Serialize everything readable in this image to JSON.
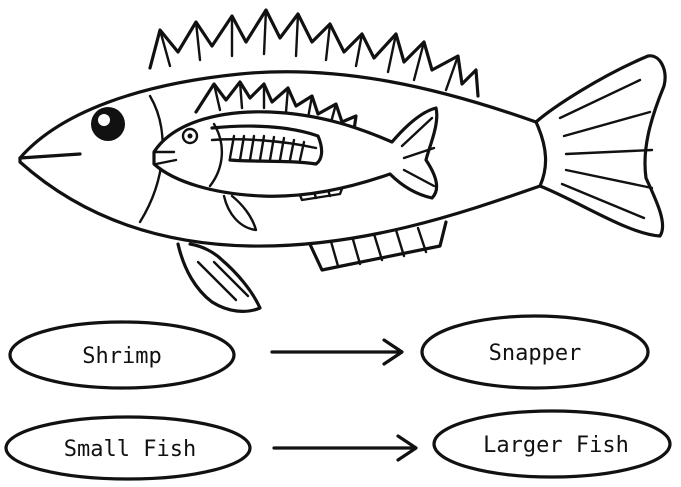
{
  "food_chain": [
    {
      "prey": "Shrimp",
      "predator": "Snapper"
    },
    {
      "prey": "Small Fish",
      "predator": "Larger Fish"
    }
  ],
  "icons": {
    "big_fish": "large-fish-icon",
    "small_fish": "small-fish-icon",
    "arrow": "right-arrow-icon"
  },
  "colors": {
    "ink": "#111111",
    "background": "#ffffff"
  }
}
